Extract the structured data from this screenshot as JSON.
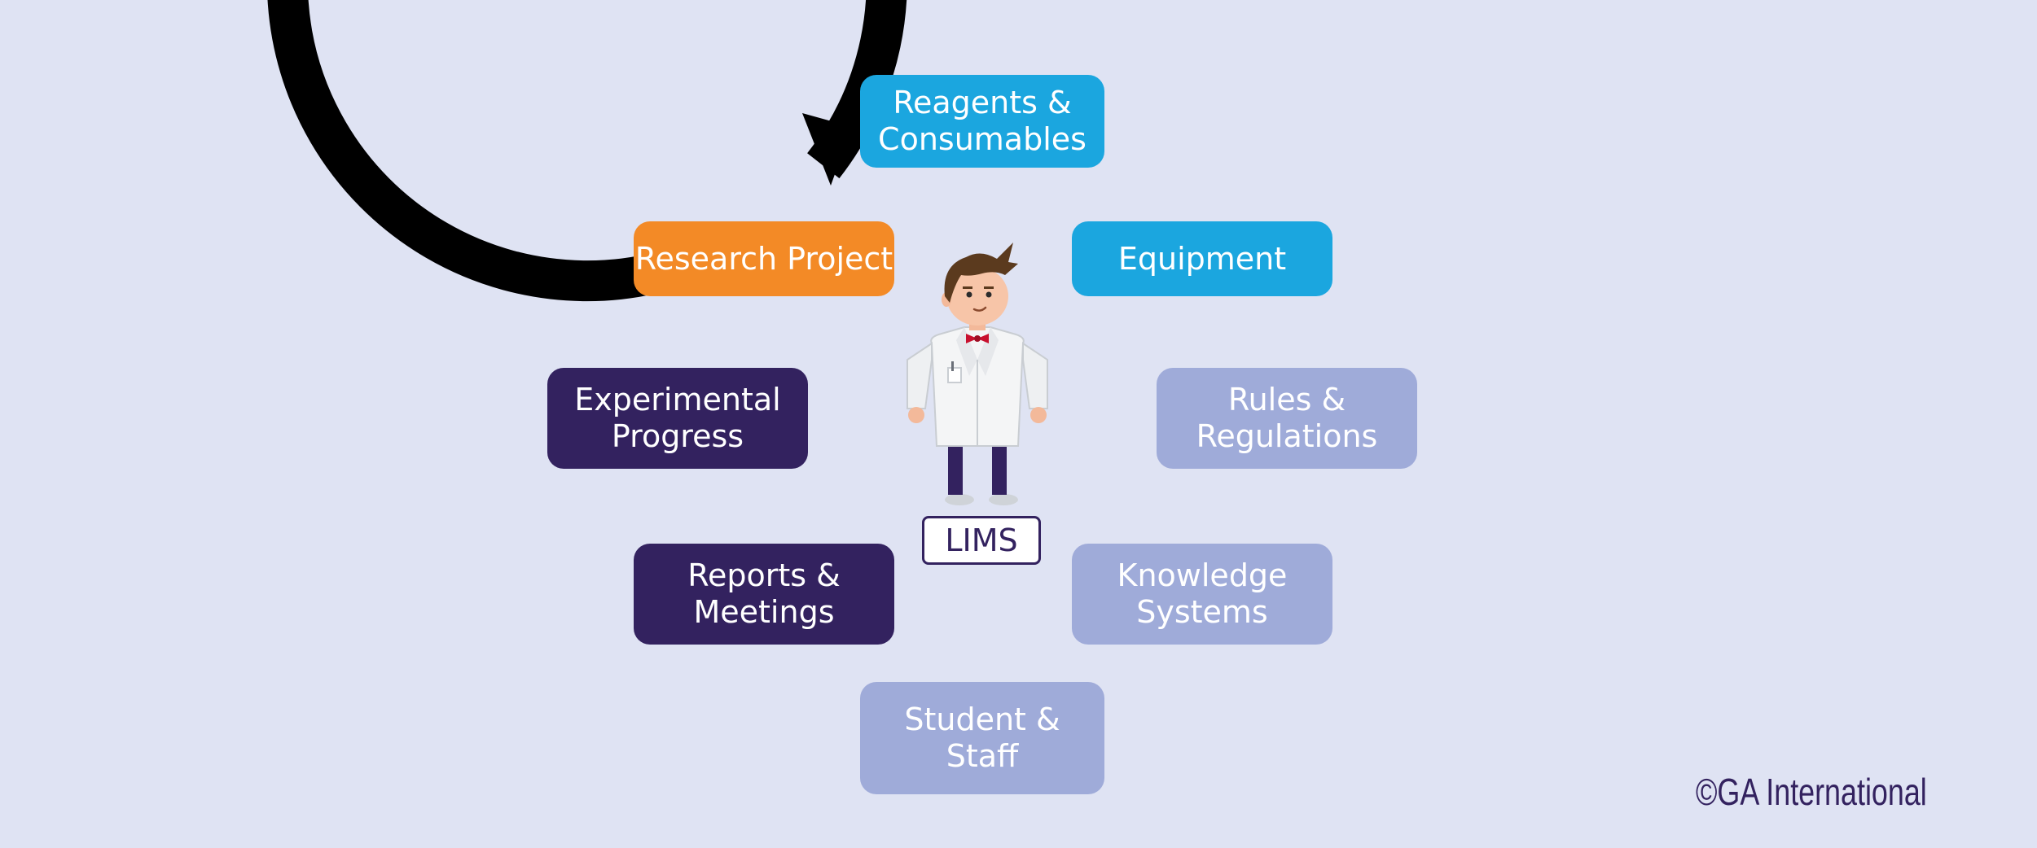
{
  "diagram": {
    "center_label": "LIMS",
    "nodes": [
      {
        "id": "reagents",
        "label": "Reagents &\nConsumables",
        "color": "#1ba6df"
      },
      {
        "id": "equipment",
        "label": "Equipment",
        "color": "#1ba6df"
      },
      {
        "id": "rules",
        "label": "Rules &\nRegulations",
        "color": "#9fabd9"
      },
      {
        "id": "knowledge",
        "label": "Knowledge\nSystems",
        "color": "#9fabd9"
      },
      {
        "id": "student",
        "label": "Student &\nStaff",
        "color": "#9fabd9"
      },
      {
        "id": "reports",
        "label": "Reports &\nMeetings",
        "color": "#33225f"
      },
      {
        "id": "experimental",
        "label": "Experimental\nProgress",
        "color": "#33225f"
      },
      {
        "id": "research",
        "label": "Research Project",
        "color": "#f38a26"
      }
    ]
  },
  "footer": {
    "copyright": "©GA International"
  },
  "colors": {
    "background": "#dfe3f3",
    "cycle_arrow": "#000000",
    "blue": "#1ba6df",
    "orange": "#f38a26",
    "navy": "#33225f",
    "lavender": "#9fabd9"
  },
  "icons": [
    "cycle-arrow-icon",
    "scientist-illustration"
  ]
}
